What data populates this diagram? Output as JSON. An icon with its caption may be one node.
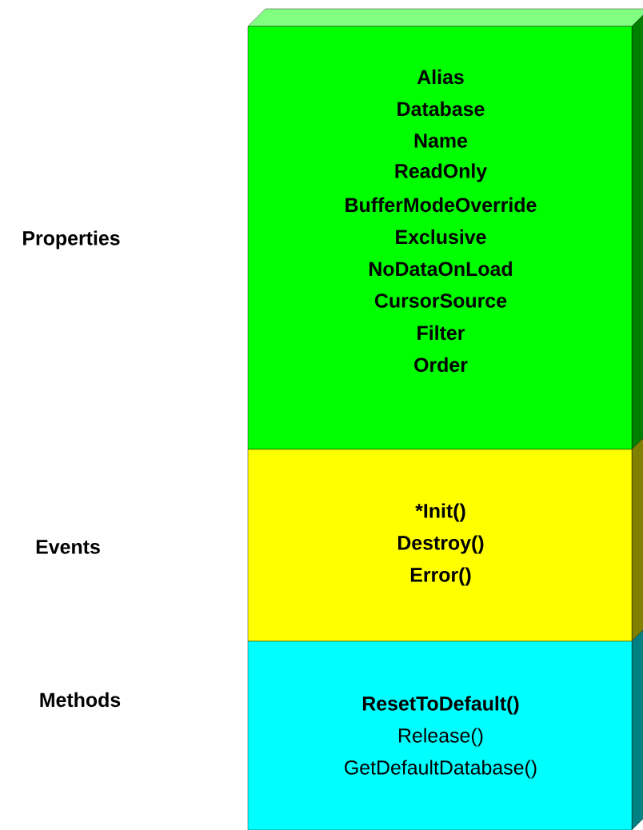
{
  "diagram": {
    "nodes": [
      {
        "text": [
          "Alias",
          "Database",
          "Name",
          "ReadOnly",
          "BufferModeOverride",
          "Exclusive",
          "NoDataOnLoad",
          "CursorSource",
          "Filter",
          "Order"
        ]
      },
      {
        "text": [
          "*Init()",
          "Destroy()",
          "Error()"
        ]
      },
      {
        "text": [
          "ResetToDefault()",
          "Release()",
          "GetDefaultDatabase()"
        ]
      }
    ],
    "labels": [
      "Properties",
      "Events",
      "Methods"
    ]
  }
}
